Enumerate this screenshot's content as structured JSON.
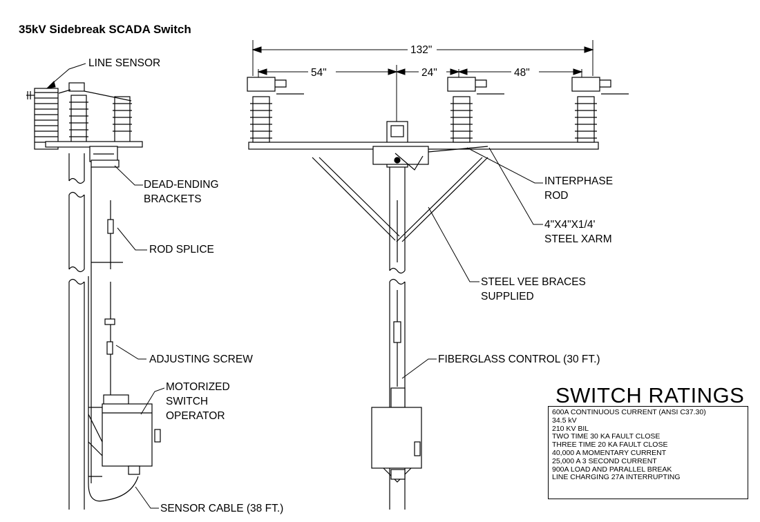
{
  "title": "35kV Sidebreak SCADA Switch",
  "labels": {
    "line_sensor": "LINE SENSOR",
    "dead_ending_1": "DEAD-ENDING",
    "dead_ending_2": "BRACKETS",
    "rod_splice": "ROD SPLICE",
    "adjusting_screw": "ADJUSTING SCREW",
    "motorized_1": "MOTORIZED",
    "motorized_2": "SWITCH",
    "motorized_3": "OPERATOR",
    "sensor_cable": "SENSOR CABLE (38 FT.)",
    "interphase_1": "INTERPHASE",
    "interphase_2": "ROD",
    "xarm_1": "4\"X4\"X1/4'",
    "xarm_2": "STEEL XARM",
    "vee_1": "STEEL VEE BRACES",
    "vee_2": "SUPPLIED",
    "fiberglass": "FIBERGLASS CONTROL (30 FT.)"
  },
  "dimensions": {
    "overall": "132\"",
    "d1": "54\"",
    "d2": "24\"",
    "d3": "48\""
  },
  "ratings": {
    "title": "SWITCH RATINGS",
    "lines": [
      "600A CONTINUOUS CURRENT (ANSI C37.30)",
      "34.5 kV",
      "210 KV BIL",
      "TWO TIME 30 KA FAULT CLOSE",
      "THREE TIME 20 KA FAULT CLOSE",
      "40,000 A MOMENTARY CURRENT",
      "25,000 A 3 SECOND CURRENT",
      "900A LOAD AND PARALLEL BREAK",
      "LINE CHARGING 27A INTERRUPTING"
    ]
  }
}
